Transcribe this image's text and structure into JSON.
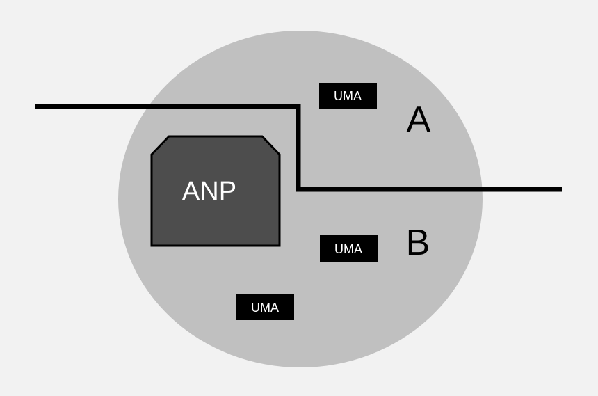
{
  "diagram": {
    "center_block_label": "ANP",
    "boxes": [
      {
        "label": "UMA"
      },
      {
        "label": "UMA"
      },
      {
        "label": "UMA"
      }
    ],
    "region_labels": {
      "upper": "A",
      "lower": "B"
    }
  },
  "colors": {
    "background": "#f2f2f2",
    "circle": "#c0c0c0",
    "anp_fill": "#4d4d4d",
    "box_fill": "#000000",
    "line": "#000000"
  }
}
